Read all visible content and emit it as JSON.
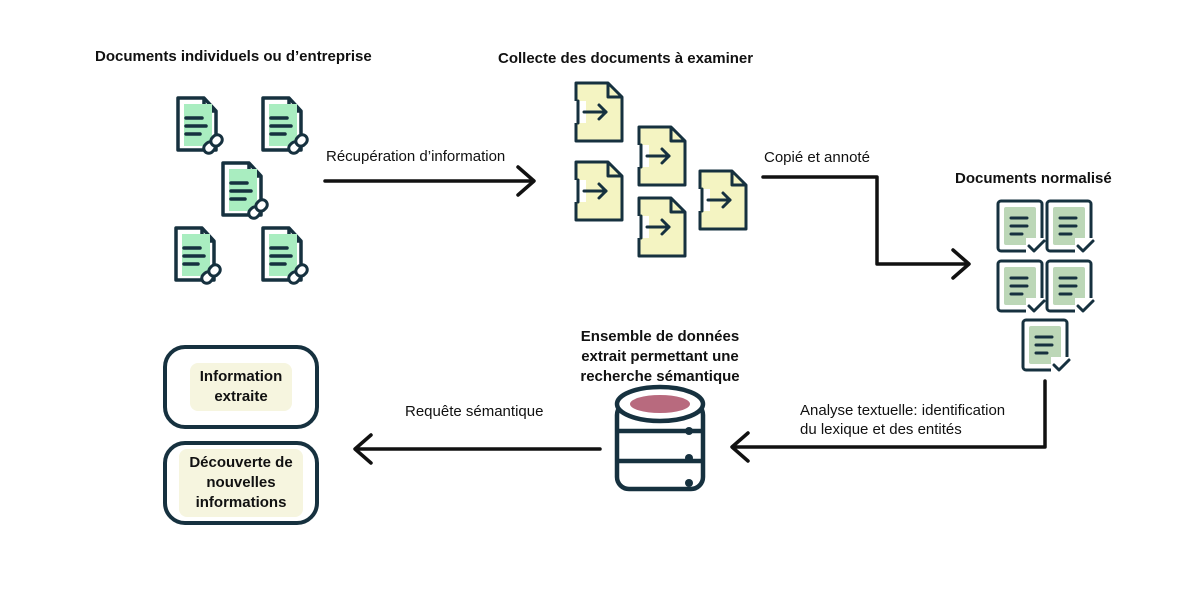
{
  "headings": {
    "source_documents": "Documents individuels ou d’entreprise",
    "collection": "Collecte des documents à examiner",
    "normalized": "Documents normalisé",
    "dataset_line1": "Ensemble de données",
    "dataset_line2": "extrait permettant une",
    "dataset_line3": "recherche sémantique"
  },
  "arrows": {
    "retrieval": "Récupération d’information",
    "copied": "Copié et annoté",
    "analysis_line1": "Analyse textuelle: identification",
    "analysis_line2": "du lexique et des entités",
    "query": "Requête sémantique"
  },
  "results": {
    "extracted_line1": "Information",
    "extracted_line2": "extraite",
    "discovery_line1": "Découverte de",
    "discovery_line2": "nouvelles",
    "discovery_line3": "informations"
  },
  "icons": {
    "source": "document-link-icon",
    "collected": "document-arrow-icon",
    "normalized": "document-check-icon",
    "dataset": "database-icon"
  },
  "colors": {
    "outline": "#16313f",
    "green_fill": "#a9edc0",
    "yellow_fill": "#f4f4c2",
    "sage_fill": "#bcd7b7",
    "db_top": "#b86a7e",
    "arrow": "#111111"
  }
}
